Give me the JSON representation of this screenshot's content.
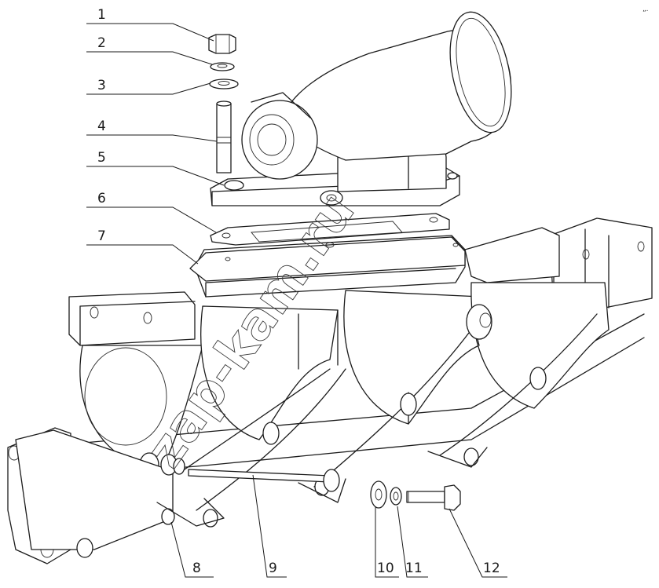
{
  "callouts": [
    {
      "n": "1",
      "name": "nut"
    },
    {
      "n": "2",
      "name": "spring-washer"
    },
    {
      "n": "3",
      "name": "flat-washer"
    },
    {
      "n": "4",
      "name": "stud"
    },
    {
      "n": "5",
      "name": "elbow-pipe"
    },
    {
      "n": "6",
      "name": "gasket"
    },
    {
      "n": "7",
      "name": "flange-pad"
    },
    {
      "n": "8",
      "name": "manifold-body"
    },
    {
      "n": "9",
      "name": "long-stud"
    },
    {
      "n": "10",
      "name": "washer"
    },
    {
      "n": "11",
      "name": "lock-washer"
    },
    {
      "n": "12",
      "name": "bolt"
    }
  ],
  "watermark": "zap-kam.ru",
  "corner_mark": "„."
}
